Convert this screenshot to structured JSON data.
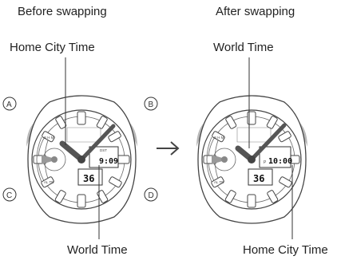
{
  "headings": {
    "before": "Before swapping",
    "after": "After swapping"
  },
  "callouts": {
    "before_top": "Home City Time",
    "before_bottom": "World Time",
    "after_top": "World Time",
    "after_bottom": "Home City Time"
  },
  "buttons": {
    "a": "A",
    "b": "B",
    "c": "C",
    "d": "D"
  },
  "watch_before": {
    "dst_indicator": "DST",
    "digital_time": "9:09",
    "day_display": "36"
  },
  "watch_after": {
    "pm_indicator": "P",
    "digital_time": "10:00",
    "day_display": "36"
  },
  "colors": {
    "hand": "#555555",
    "button": "#b8b8b8",
    "bezel": "#555555",
    "line": "#333333"
  }
}
